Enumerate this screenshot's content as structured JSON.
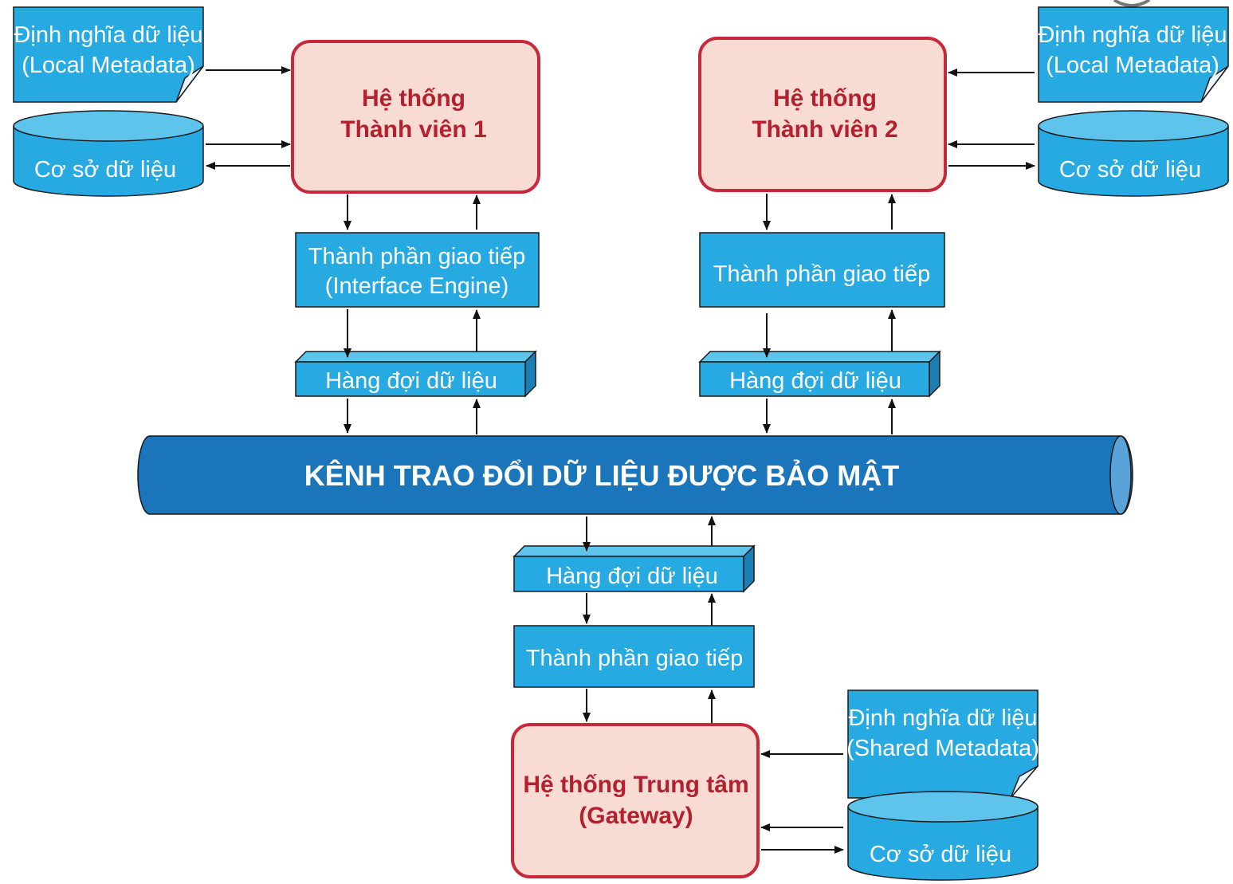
{
  "bus": {
    "label": "KÊNH TRAO ĐỔI DỮ LIỆU ĐƯỢC BẢO MẬT"
  },
  "member1": {
    "system": [
      "Hệ thống",
      "Thành viên 1"
    ],
    "metadata": [
      "Định nghĩa dữ liệu",
      "(Local Metadata)"
    ],
    "database": "Cơ sở dữ liệu",
    "interface": [
      "Thành phần giao tiếp",
      "(Interface Engine)"
    ],
    "queue": "Hàng đợi dữ liệu"
  },
  "member2": {
    "system": [
      "Hệ thống",
      "Thành viên 2"
    ],
    "metadata": [
      "Định nghĩa dữ liệu",
      "(Local Metadata)"
    ],
    "database": "Cơ sở dữ liệu",
    "interface": "Thành phần giao tiếp",
    "queue": "Hàng đợi dữ liệu"
  },
  "central": {
    "system": [
      "Hệ thống Trung tâm",
      "(Gateway)"
    ],
    "metadata": [
      "Định nghĩa dữ liệu",
      "(Shared Metadata)"
    ],
    "database": "Cơ sở dữ liệu",
    "interface": "Thành phần giao tiếp",
    "queue": "Hàng đợi dữ liệu"
  },
  "colors": {
    "box_fill": "#27aae2",
    "bus_fill": "#1b75bb",
    "system_fill": "#f8dbd2",
    "system_border": "#c9283a",
    "system_text": "#b5202e"
  }
}
